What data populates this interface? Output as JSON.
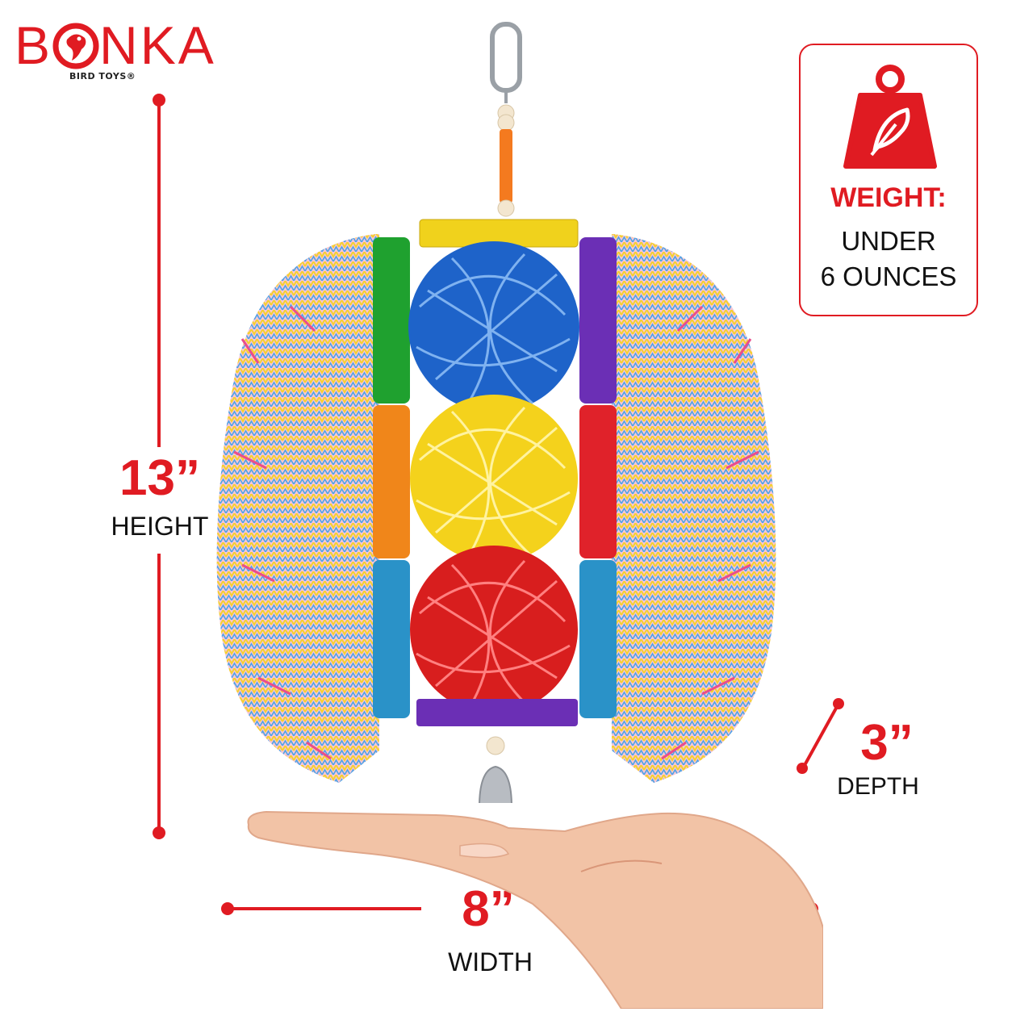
{
  "brand": {
    "name_pre": "B",
    "name_post": "NKA",
    "subtitle": "BIRD TOYS®",
    "color": "#e01b22"
  },
  "weight": {
    "title": "WEIGHT:",
    "line1": "UNDER",
    "line2": "6 OUNCES",
    "icon": "weight-feather-icon"
  },
  "dimensions": {
    "height": {
      "value": "13”",
      "label": "HEIGHT"
    },
    "width": {
      "value": "8”",
      "label": "WIDTH"
    },
    "depth": {
      "value": "3”",
      "label": "DEPTH"
    }
  },
  "colors": {
    "accent": "#e01b22",
    "ball_top": "#1e63c9",
    "ball_mid": "#f4d21c",
    "ball_bottom": "#d81e1e"
  }
}
